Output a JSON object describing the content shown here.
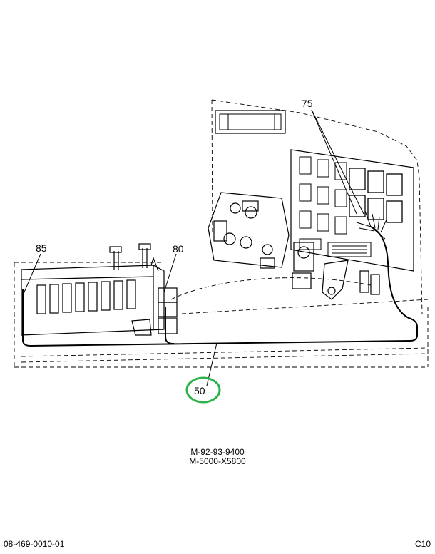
{
  "callouts": {
    "c75": "75",
    "c80": "80",
    "c85": "85",
    "c50": "50"
  },
  "highlight_color": "#2db34a",
  "model_codes": [
    "M-92-93-9400",
    "M-5000-X5800"
  ],
  "footer": {
    "part_number": "08-469-0010-01",
    "page_code": "C10"
  }
}
